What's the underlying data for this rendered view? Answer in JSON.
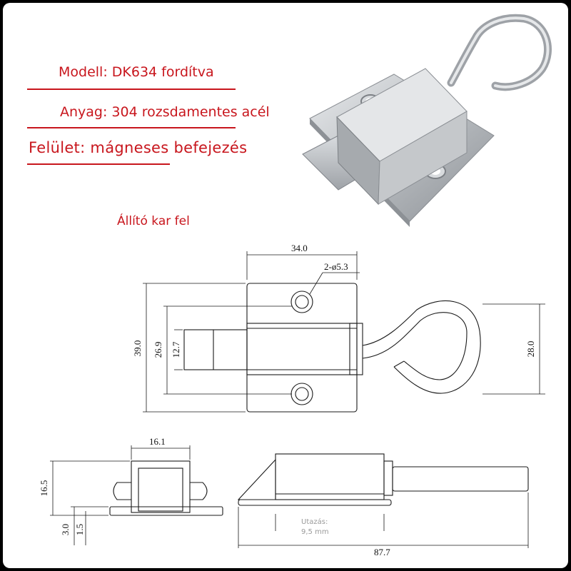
{
  "specs": {
    "model": "Modell: DK634 fordítva",
    "material": "Anyag: 304 rozsdamentes acél",
    "surface": "Felület: mágneses befejezés"
  },
  "subtitle": "Állító kar fel",
  "dimensions": {
    "top_width": "34.0",
    "hole": "2-ø5.3",
    "height_outer": "39.0",
    "height_inner": "26.9",
    "bolt_height": "12.7",
    "hook_height": "28.0",
    "side_width": "16.1",
    "side_height": "16.5",
    "base_thickness": "3.0",
    "plate_thickness": "1.5",
    "total_length": "87.7"
  },
  "travel_note": {
    "label": "Utazás:",
    "value": "9,5 mm"
  },
  "colors": {
    "accent": "#c8161d",
    "steel": "#b8bcc0",
    "line": "#1a1a1a"
  }
}
